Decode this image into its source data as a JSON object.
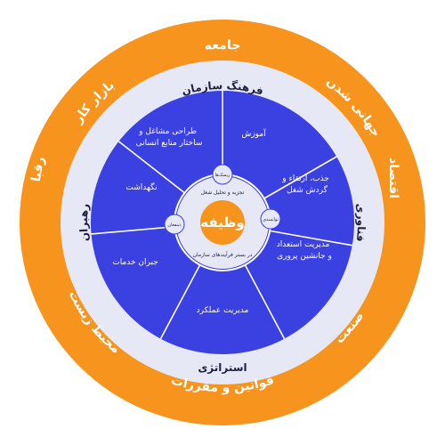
{
  "colors": {
    "outer_ring": "#F7941D",
    "middle_ring": "#E6E8F5",
    "inner_disk": "#3B40E0",
    "center_core": "#F7941D",
    "lines": "#ffffff",
    "dark_text": "#1F2140",
    "white_text": "#ffffff"
  },
  "outer_ring_labels": {
    "top": "جامعه",
    "upper_right": "جهانی شدن",
    "right": "اقتصاد",
    "lower_right": "صنعت",
    "bottom": "قوانین و مقررات",
    "lower_left": "محیط زیست",
    "left": "رقبا",
    "upper_left": "بازار کار"
  },
  "middle_ring_labels": {
    "top": "فرهنگ سازمان",
    "right": "فناوری",
    "bottom": "استراتژی",
    "left": "رهبران"
  },
  "segments": {
    "top_left": [
      "طراحی مشاغل و",
      "ساختار منابع انسانی"
    ],
    "top_right": [
      "آموزش"
    ],
    "right_upper": [
      "جذب، ارتقاء و",
      "گردش شغل"
    ],
    "right_lower": [
      "مدیریت استعداد",
      "و جانشین پروری"
    ],
    "bottom": [
      "مدیریت عملکرد"
    ],
    "left_lower": [
      "جبران خدمات"
    ],
    "left_upper": [
      "نگهداشت"
    ]
  },
  "node_labels": {
    "top": "ریسک‌ها",
    "left": "ذینفعان",
    "right": "توانمندی"
  },
  "hub": {
    "top_text": "تجزیه و تحلیل شغل",
    "bottom_text": "در بستر فرآیندهای سازمان",
    "core_text": "وظیفه"
  }
}
